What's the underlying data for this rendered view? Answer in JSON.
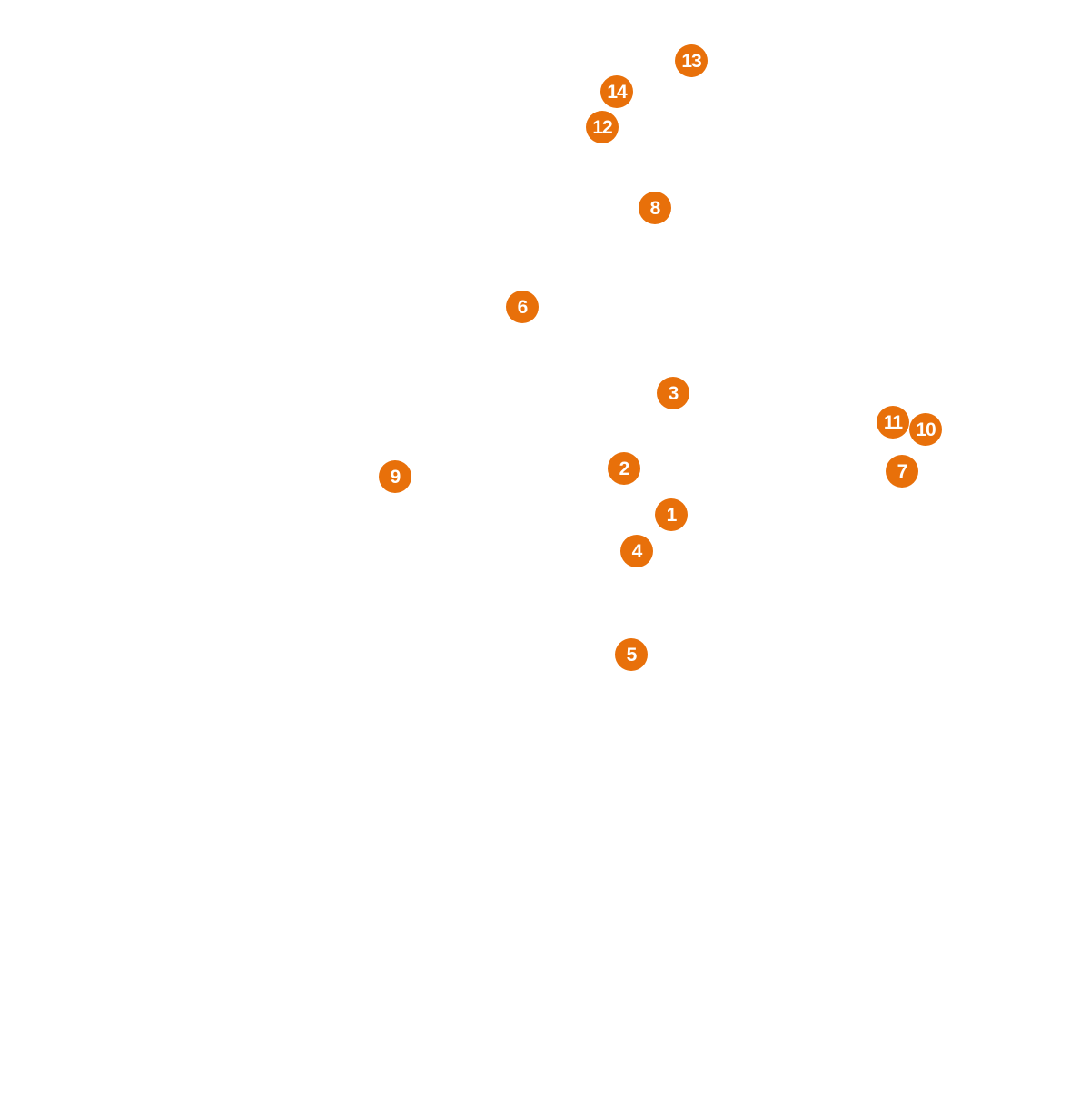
{
  "colors": {
    "background": "#ffffff",
    "marker_fill": "#e8700a",
    "marker_text": "#ffffff"
  },
  "markers": [
    {
      "label": "13"
    },
    {
      "label": "14"
    },
    {
      "label": "12"
    },
    {
      "label": "8"
    },
    {
      "label": "6"
    },
    {
      "label": "3"
    },
    {
      "label": "11"
    },
    {
      "label": "10"
    },
    {
      "label": "2"
    },
    {
      "label": "7"
    },
    {
      "label": "9"
    },
    {
      "label": "1"
    },
    {
      "label": "4"
    },
    {
      "label": "5"
    }
  ]
}
